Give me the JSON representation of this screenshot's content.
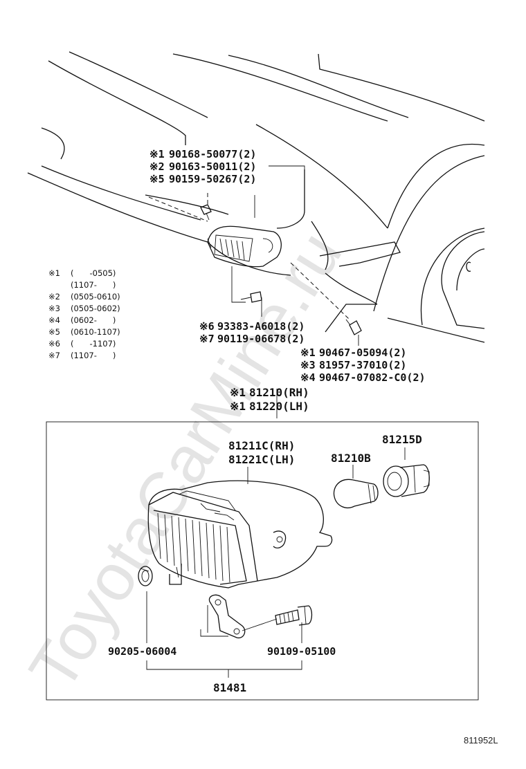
{
  "watermark": "ToyotaCarMine.ru",
  "callouts_top": [
    {
      "mark": "※1",
      "part": "90168-50077(2)"
    },
    {
      "mark": "※2",
      "part": "90163-50011(2)"
    },
    {
      "mark": "※5",
      "part": "90159-50267(2)"
    }
  ],
  "callouts_mid": [
    {
      "mark": "※6",
      "part": "93383-A6018(2)"
    },
    {
      "mark": "※7",
      "part": "90119-06678(2)"
    }
  ],
  "callouts_right": [
    {
      "mark": "※1",
      "part": "90467-05094(2)"
    },
    {
      "mark": "※3",
      "part": "81957-37010(2)"
    },
    {
      "mark": "※4",
      "part": "90467-07082-C0(2)"
    }
  ],
  "callouts_assembly": [
    {
      "mark": "※1",
      "part": "81210(RH)"
    },
    {
      "mark": "※1",
      "part": "81220(LH)"
    }
  ],
  "legend": [
    {
      "mark": "※1",
      "range": "(　　-0505)"
    },
    {
      "mark": "",
      "range": "(1107-　　)"
    },
    {
      "mark": "※2",
      "range": "(0505-0610)"
    },
    {
      "mark": "※3",
      "range": "(0505-0602)"
    },
    {
      "mark": "※4",
      "range": "(0602-　　)"
    },
    {
      "mark": "※5",
      "range": "(0610-1107)"
    },
    {
      "mark": "※6",
      "range": "(　　-1107)"
    },
    {
      "mark": "※7",
      "range": "(1107-　　)"
    }
  ],
  "parts": {
    "housing_rh": "81211C(RH)",
    "housing_lh": "81221C(LH)",
    "bulb": "81210B",
    "socket": "81215D",
    "clip": "90205-06004",
    "bolt": "90109-05100",
    "bracket": "81481"
  },
  "diagram_code": "811952L"
}
